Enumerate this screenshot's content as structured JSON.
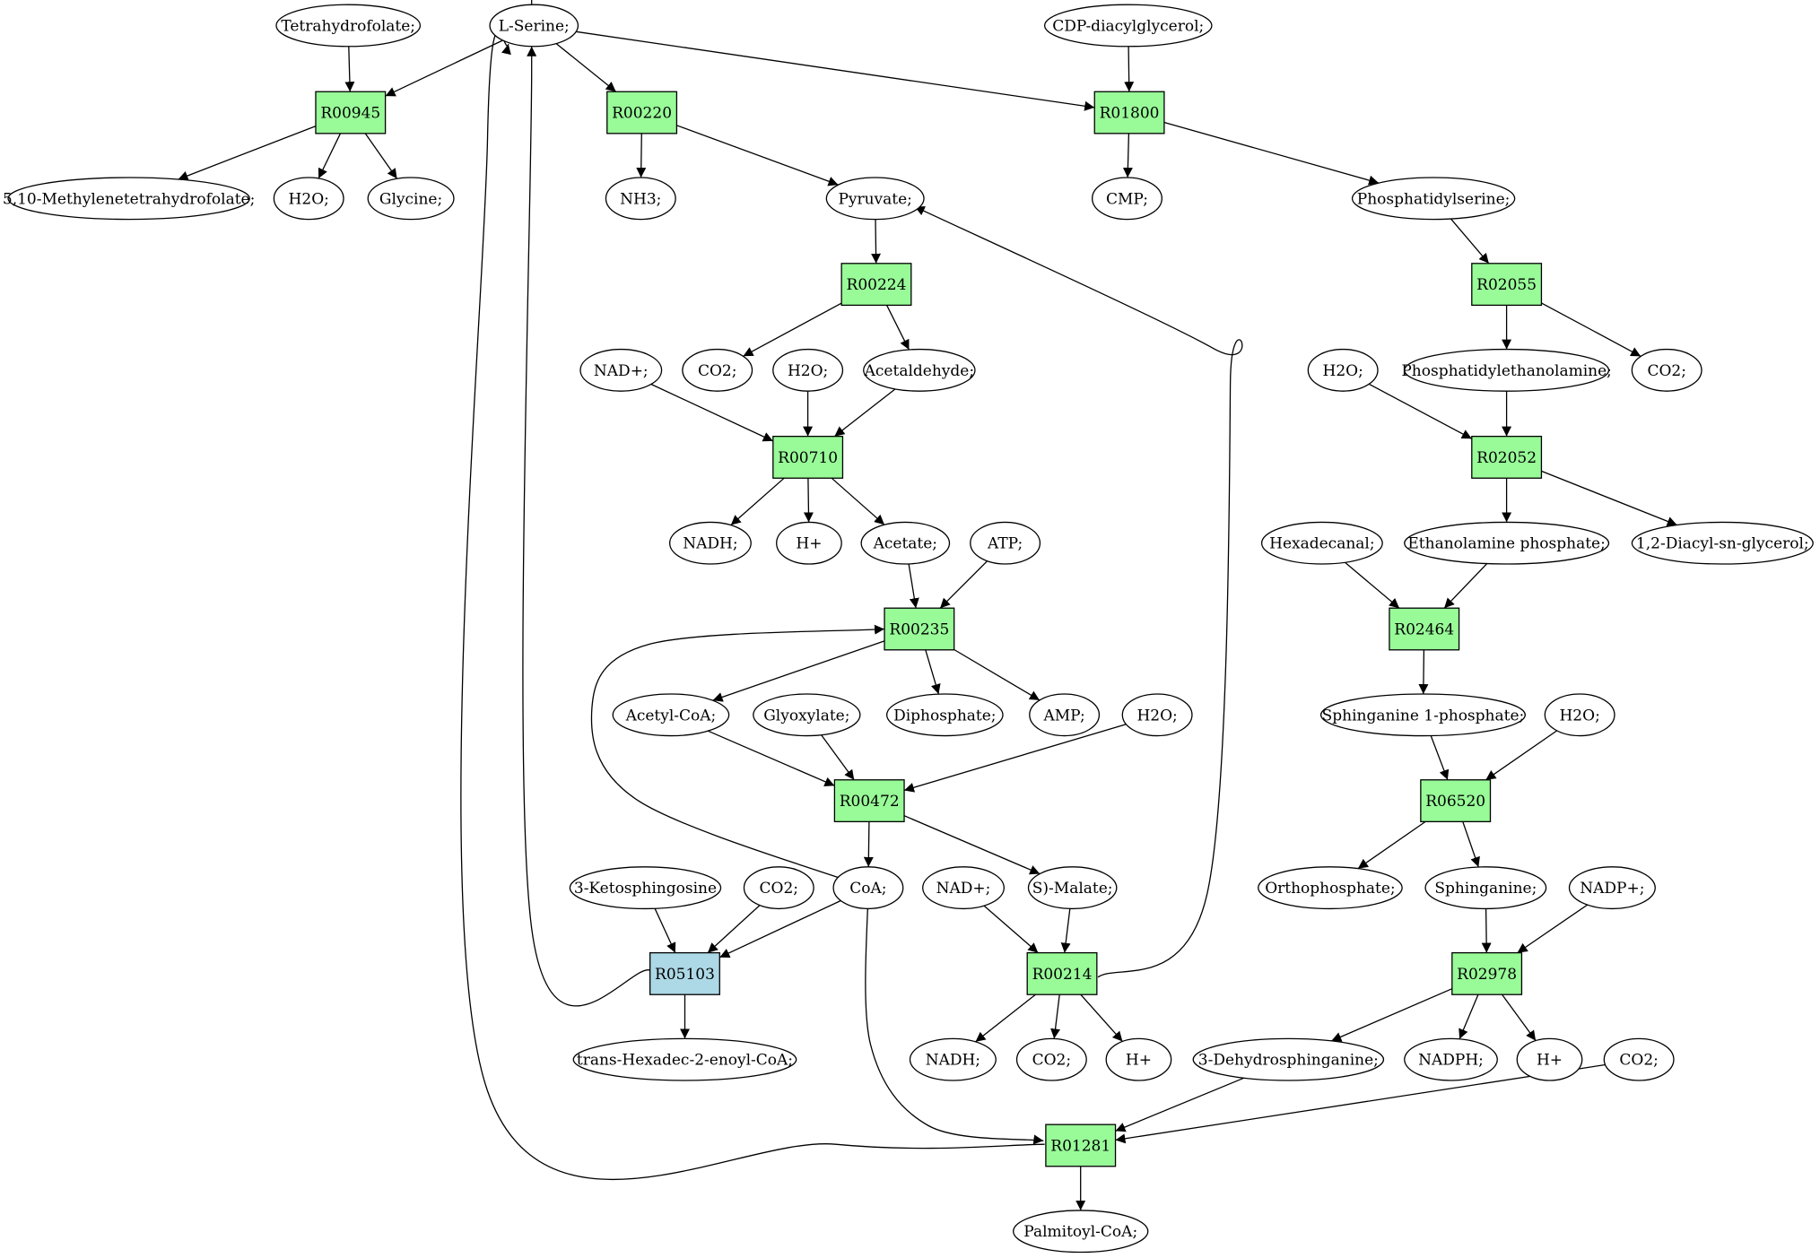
{
  "colors": {
    "reaction": "#98fb98",
    "reaction_highlight": "#add8e6",
    "compound": "#ffffff",
    "start_compound": "#00ff00",
    "target_compound": "#ffff00"
  },
  "nodes": [
    {
      "id": "serine",
      "label": "L-Serine;",
      "kind": "compound",
      "color": "#00ff00"
    },
    {
      "id": "thf",
      "label": "Tetrahydrofolate;",
      "kind": "compound"
    },
    {
      "id": "cdpdag",
      "label": "CDP-diacylglycerol;",
      "kind": "compound"
    },
    {
      "id": "r00945",
      "label": "R00945",
      "kind": "reaction"
    },
    {
      "id": "r00220",
      "label": "R00220",
      "kind": "reaction"
    },
    {
      "id": "r01800",
      "label": "R01800",
      "kind": "reaction"
    },
    {
      "id": "methylthf",
      "label": "5,10-Methylenetetrahydrofolate;",
      "kind": "compound"
    },
    {
      "id": "h2o_1",
      "label": "H2O;",
      "kind": "compound"
    },
    {
      "id": "glycine",
      "label": "Glycine;",
      "kind": "compound",
      "color": "#ffff00"
    },
    {
      "id": "nh3",
      "label": "NH3;",
      "kind": "compound"
    },
    {
      "id": "pyruvate",
      "label": "Pyruvate;",
      "kind": "compound"
    },
    {
      "id": "cmp",
      "label": "CMP;",
      "kind": "compound"
    },
    {
      "id": "pser",
      "label": "Phosphatidylserine;",
      "kind": "compound"
    },
    {
      "id": "r00224",
      "label": "R00224",
      "kind": "reaction"
    },
    {
      "id": "r02055",
      "label": "R02055",
      "kind": "reaction"
    },
    {
      "id": "nad_1",
      "label": "NAD+;",
      "kind": "compound"
    },
    {
      "id": "co2_1",
      "label": "CO2;",
      "kind": "compound"
    },
    {
      "id": "h2o_2",
      "label": "H2O;",
      "kind": "compound"
    },
    {
      "id": "acetaldehyde",
      "label": "Acetaldehyde;",
      "kind": "compound"
    },
    {
      "id": "h2o_3",
      "label": "H2O;",
      "kind": "compound"
    },
    {
      "id": "pe",
      "label": "Phosphatidylethanolamine;",
      "kind": "compound"
    },
    {
      "id": "co2_2",
      "label": "CO2;",
      "kind": "compound"
    },
    {
      "id": "r00710",
      "label": "R00710",
      "kind": "reaction"
    },
    {
      "id": "r02052",
      "label": "R02052",
      "kind": "reaction"
    },
    {
      "id": "nadh_1",
      "label": "NADH;",
      "kind": "compound"
    },
    {
      "id": "hplus_1",
      "label": "H+",
      "kind": "compound"
    },
    {
      "id": "acetate",
      "label": "Acetate;",
      "kind": "compound"
    },
    {
      "id": "atp",
      "label": "ATP;",
      "kind": "compound"
    },
    {
      "id": "hexadecanal",
      "label": "Hexadecanal;",
      "kind": "compound"
    },
    {
      "id": "etnp",
      "label": "Ethanolamine phosphate;",
      "kind": "compound"
    },
    {
      "id": "dag",
      "label": "1,2-Diacyl-sn-glycerol;",
      "kind": "compound"
    },
    {
      "id": "r00235",
      "label": "R00235",
      "kind": "reaction"
    },
    {
      "id": "r02464",
      "label": "R02464",
      "kind": "reaction"
    },
    {
      "id": "acetylcoa",
      "label": "Acetyl-CoA;",
      "kind": "compound"
    },
    {
      "id": "glyoxylate",
      "label": "Glyoxylate;",
      "kind": "compound"
    },
    {
      "id": "diphosphate",
      "label": "Diphosphate;",
      "kind": "compound"
    },
    {
      "id": "amp",
      "label": "AMP;",
      "kind": "compound"
    },
    {
      "id": "h2o_4",
      "label": "H2O;",
      "kind": "compound"
    },
    {
      "id": "s1p",
      "label": "Sphinganine 1-phosphate;",
      "kind": "compound"
    },
    {
      "id": "h2o_5",
      "label": "H2O;",
      "kind": "compound"
    },
    {
      "id": "r00472",
      "label": "R00472",
      "kind": "reaction"
    },
    {
      "id": "r06520",
      "label": "R06520",
      "kind": "reaction"
    },
    {
      "id": "ketosph",
      "label": "3-Ketosphingosine",
      "kind": "compound"
    },
    {
      "id": "co2_3",
      "label": "CO2;",
      "kind": "compound"
    },
    {
      "id": "coa",
      "label": "CoA;",
      "kind": "compound"
    },
    {
      "id": "nad_2",
      "label": "NAD+;",
      "kind": "compound"
    },
    {
      "id": "malate",
      "label": "S)-Malate;",
      "kind": "compound"
    },
    {
      "id": "orthophosphate",
      "label": "Orthophosphate;",
      "kind": "compound"
    },
    {
      "id": "sphinganine",
      "label": "Sphinganine;",
      "kind": "compound"
    },
    {
      "id": "nadp",
      "label": "NADP+;",
      "kind": "compound"
    },
    {
      "id": "r05103",
      "label": "R05103",
      "kind": "reaction",
      "color": "#add8e6"
    },
    {
      "id": "r00214",
      "label": "R00214",
      "kind": "reaction"
    },
    {
      "id": "r02978",
      "label": "R02978",
      "kind": "reaction"
    },
    {
      "id": "thdcoa",
      "label": "trans-Hexadec-2-enoyl-CoA;",
      "kind": "compound"
    },
    {
      "id": "nadh_2",
      "label": "NADH;",
      "kind": "compound"
    },
    {
      "id": "co2_4",
      "label": "CO2;",
      "kind": "compound"
    },
    {
      "id": "hplus_2",
      "label": "H+",
      "kind": "compound"
    },
    {
      "id": "dhsph",
      "label": "3-Dehydrosphinganine;",
      "kind": "compound"
    },
    {
      "id": "nadph",
      "label": "NADPH;",
      "kind": "compound"
    },
    {
      "id": "hplus_3",
      "label": "H+",
      "kind": "compound"
    },
    {
      "id": "co2_5",
      "label": "CO2;",
      "kind": "compound"
    },
    {
      "id": "r01281",
      "label": "R01281",
      "kind": "reaction"
    },
    {
      "id": "palmitoylcoa",
      "label": "Palmitoyl-CoA;",
      "kind": "compound"
    }
  ],
  "edges": [
    [
      "serine",
      "r00945"
    ],
    [
      "thf",
      "r00945"
    ],
    [
      "r00945",
      "methylthf"
    ],
    [
      "r00945",
      "h2o_1"
    ],
    [
      "r00945",
      "glycine"
    ],
    [
      "serine",
      "r00220"
    ],
    [
      "r00220",
      "nh3"
    ],
    [
      "r00220",
      "pyruvate"
    ],
    [
      "serine",
      "r01800"
    ],
    [
      "cdpdag",
      "r01800"
    ],
    [
      "r01800",
      "cmp"
    ],
    [
      "r01800",
      "pser"
    ],
    [
      "pyruvate",
      "r00224"
    ],
    [
      "r00224",
      "co2_1"
    ],
    [
      "r00224",
      "acetaldehyde"
    ],
    [
      "nad_1",
      "r00710"
    ],
    [
      "h2o_2",
      "r00710"
    ],
    [
      "acetaldehyde",
      "r00710"
    ],
    [
      "r00710",
      "nadh_1"
    ],
    [
      "r00710",
      "hplus_1"
    ],
    [
      "r00710",
      "acetate"
    ],
    [
      "acetate",
      "r00235"
    ],
    [
      "atp",
      "r00235"
    ],
    [
      "coa",
      "r00235"
    ],
    [
      "r00235",
      "acetylcoa"
    ],
    [
      "r00235",
      "diphosphate"
    ],
    [
      "r00235",
      "amp"
    ],
    [
      "acetylcoa",
      "r00472"
    ],
    [
      "glyoxylate",
      "r00472"
    ],
    [
      "h2o_4",
      "r00472"
    ],
    [
      "r00472",
      "coa"
    ],
    [
      "r00472",
      "malate"
    ],
    [
      "nad_2",
      "r00214"
    ],
    [
      "malate",
      "r00214"
    ],
    [
      "r00214",
      "pyruvate"
    ],
    [
      "r00214",
      "nadh_2"
    ],
    [
      "r00214",
      "co2_4"
    ],
    [
      "r00214",
      "hplus_2"
    ],
    [
      "ketosph",
      "r05103"
    ],
    [
      "co2_3",
      "r05103"
    ],
    [
      "coa",
      "r05103"
    ],
    [
      "r05103",
      "serine"
    ],
    [
      "r05103",
      "thdcoa"
    ],
    [
      "pser",
      "r02055"
    ],
    [
      "r02055",
      "pe"
    ],
    [
      "r02055",
      "co2_2"
    ],
    [
      "h2o_3",
      "r02052"
    ],
    [
      "pe",
      "r02052"
    ],
    [
      "r02052",
      "etnp"
    ],
    [
      "r02052",
      "dag"
    ],
    [
      "hexadecanal",
      "r02464"
    ],
    [
      "etnp",
      "r02464"
    ],
    [
      "r02464",
      "s1p"
    ],
    [
      "s1p",
      "r06520"
    ],
    [
      "h2o_5",
      "r06520"
    ],
    [
      "r06520",
      "orthophosphate"
    ],
    [
      "r06520",
      "sphinganine"
    ],
    [
      "sphinganine",
      "r02978"
    ],
    [
      "nadp",
      "r02978"
    ],
    [
      "r02978",
      "dhsph"
    ],
    [
      "r02978",
      "nadph"
    ],
    [
      "r02978",
      "hplus_3"
    ],
    [
      "dhsph",
      "r01281"
    ],
    [
      "coa",
      "r01281"
    ],
    [
      "co2_5",
      "r01281"
    ],
    [
      "r01281",
      "serine"
    ],
    [
      "r01281",
      "palmitoylcoa"
    ]
  ]
}
